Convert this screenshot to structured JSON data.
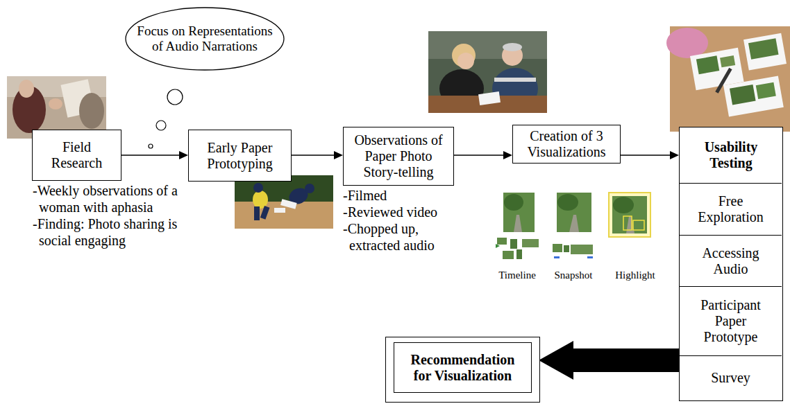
{
  "diagram": {
    "nodes": [
      {
        "text": [
          "Field Research"
        ]
      },
      {
        "text": [
          "Focus on Representations of Audio Narrations"
        ]
      },
      {
        "text": [
          "Early Paper Prototyping"
        ]
      },
      {
        "text": [
          "Observations of Paper Photo Story-telling"
        ]
      },
      {
        "text": [
          "Creation of 3 Visualizations"
        ]
      },
      {
        "text": [
          "Usability Testing"
        ]
      },
      {
        "text": [
          "Free Exploration"
        ],
        "in": 5
      },
      {
        "text": [
          "Accessing Audio"
        ],
        "in": 5
      },
      {
        "text": [
          "Participant Paper Prototype"
        ],
        "in": 5
      },
      {
        "text": [
          "Survey"
        ],
        "in": 5
      },
      {
        "text": [
          "Recommendation for Visualization"
        ]
      }
    ],
    "edges": [
      {
        "from": 0,
        "to": 2,
        "arrow": "to"
      },
      {
        "from": 2,
        "to": 3,
        "arrow": "to"
      },
      {
        "from": 3,
        "to": 4,
        "arrow": "to"
      },
      {
        "from": 4,
        "to": 5,
        "arrow": "to"
      },
      {
        "from": 5,
        "to": 10,
        "arrow": "to"
      }
    ],
    "labels": [
      "-Weekly observations of a woman with aphasia",
      "-Finding: Photo sharing is social engaging",
      "-Filmed",
      "-Reviewed video",
      "-Chopped up, extracted audio",
      "Timeline",
      "Snapshot",
      "Highlight"
    ]
  }
}
